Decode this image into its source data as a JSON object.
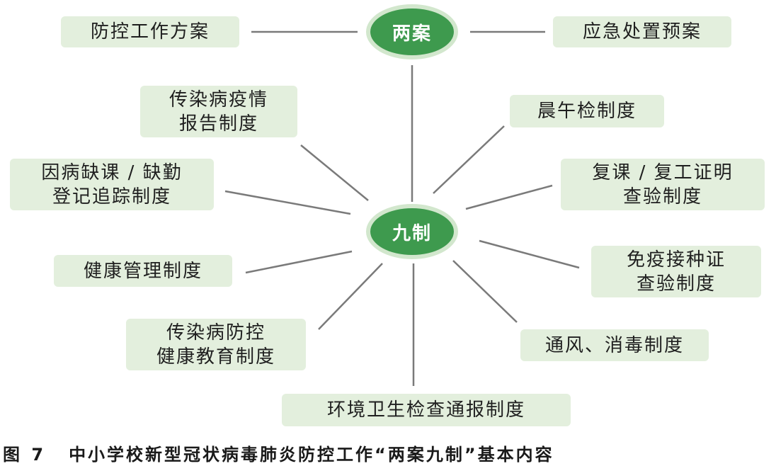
{
  "hubs": {
    "top": "两案",
    "center": "九制"
  },
  "plans": {
    "left": "防控工作方案",
    "right": "应急处置预案"
  },
  "systems": {
    "epidemic_report": [
      "传染病疫情",
      "报告制度"
    ],
    "absence_tracking": [
      "因病缺课 / 缺勤",
      "登记追踪制度"
    ],
    "health_management": [
      "健康管理制度"
    ],
    "health_education": [
      "传染病防控",
      "健康教育制度"
    ],
    "environment_hygiene": [
      "环境卫生检查通报制度"
    ],
    "ventilation": [
      "通风、消毒制度"
    ],
    "vaccination_check": [
      "免疫接种证",
      "查验制度"
    ],
    "return_certificate": [
      "复课 / 复工证明",
      "查验制度"
    ],
    "morning_check": [
      "晨午检制度"
    ]
  },
  "caption": {
    "figure_number": "图 7",
    "title": "中小学校新型冠状病毒肺炎防控工作“两案九制”基本内容"
  },
  "colors": {
    "hub_fill": "#3e9a4e",
    "hub_ring": "#d2e7cd",
    "box_fill": "#e3efdd",
    "line": "#7a7a7a"
  }
}
